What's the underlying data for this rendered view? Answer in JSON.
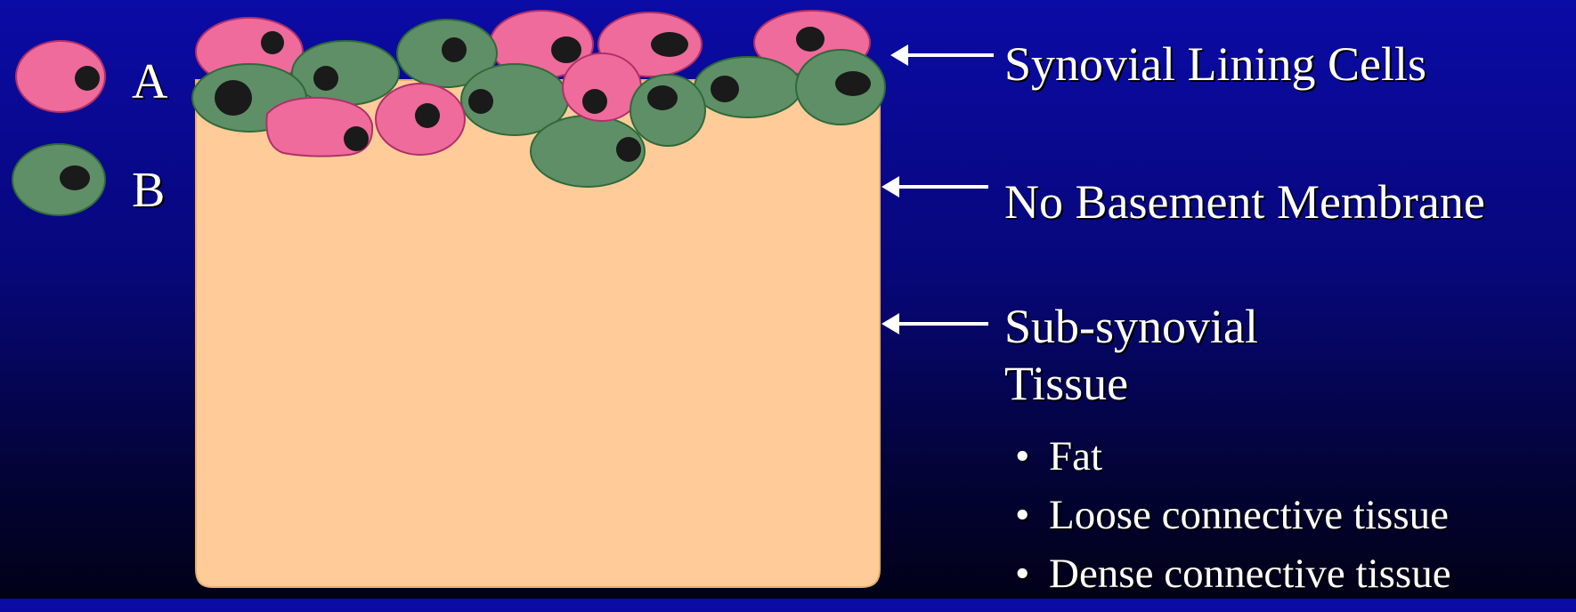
{
  "legend": [
    {
      "label": "A",
      "cell_type": "pink-cell",
      "color": "#ee6b9b"
    },
    {
      "label": "B",
      "cell_type": "green-cell",
      "color": "#5f8f66"
    }
  ],
  "labels": {
    "lining": "Synovial Lining Cells",
    "membrane": "No Basement Membrane",
    "subsynovial_line1": "Sub-synovial",
    "subsynovial_line2": "Tissue"
  },
  "tissue_components": [
    "Fat",
    "Loose connective tissue",
    "Dense connective tissue"
  ],
  "colors": {
    "tissue": "#ffcc99",
    "cell_a": "#ee6b9b",
    "cell_b": "#5f8f66",
    "nucleus": "#1a1a1a",
    "arrow": "#ffffff"
  }
}
